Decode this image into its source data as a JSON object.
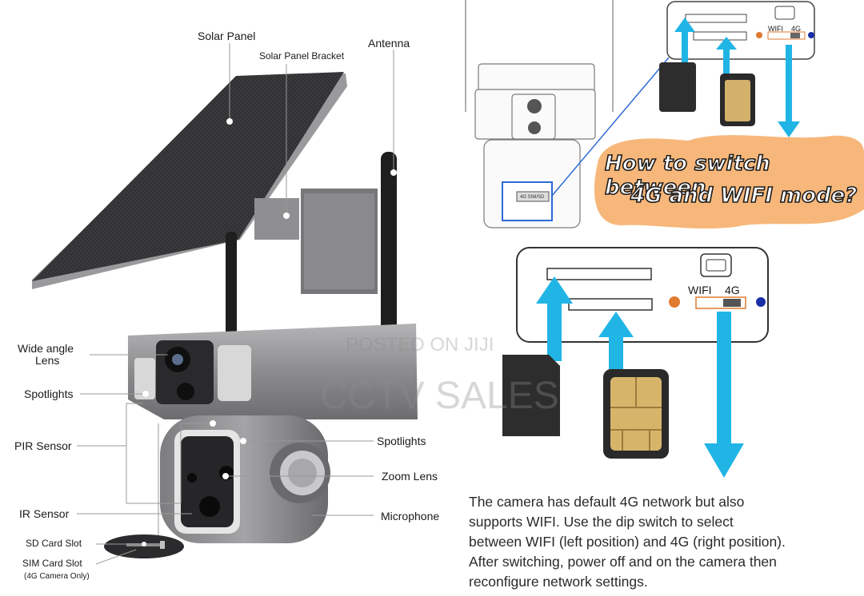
{
  "left_labels": {
    "solar_panel": "Solar Panel",
    "solar_panel_bracket": "Solar Panel Bracket",
    "antenna": "Antenna",
    "wide_angle_lens_line1": "Wide angle",
    "wide_angle_lens_line2": "Lens",
    "spotlights_left": "Spotlights",
    "pir_sensor": "PIR Sensor",
    "ir_sensor": "IR Sensor",
    "sd_card_slot": "SD Card Slot",
    "sim_card_slot": "SIM Card Slot",
    "sim_note": "(4G Camera Only)",
    "spotlights_right": "Spotlights",
    "zoom_lens": "Zoom Lens",
    "microphone": "Microphone"
  },
  "watermark": {
    "line1": "POSTED ON JIJI",
    "line2": "CCTV SALES"
  },
  "right_panel": {
    "heading_line1": "How to switch between",
    "heading_line2": "4G and WIFI mode?",
    "switch_small": {
      "wifi": "WIFI",
      "fourg": "4G"
    },
    "switch_large": {
      "wifi": "WIFI",
      "fourg": "4G"
    },
    "port_label": "4G SIM/SD",
    "instructions": [
      "The camera has default 4G network but also",
      "supports WIFI. Use the dip switch to select",
      "between WIFI (left position) and 4G (right position).",
      "After switching, power off and on the camera then",
      "reconfigure network settings."
    ]
  },
  "colors": {
    "arrow": "#21b5e6",
    "callout_bg": "#f7b77a",
    "panel": "#3a3a3a",
    "body_gray": "#8a8a8c"
  }
}
